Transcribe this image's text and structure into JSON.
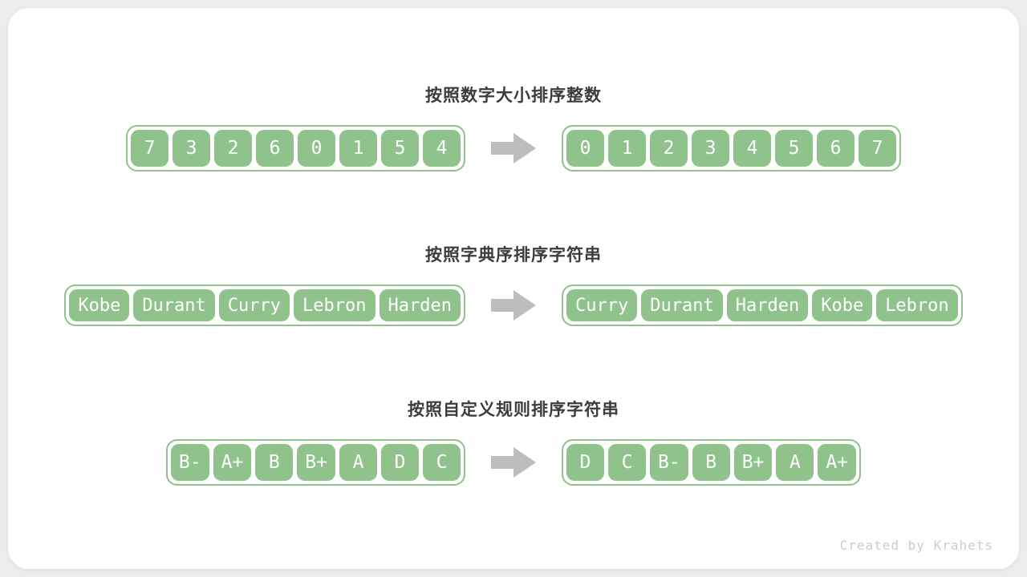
{
  "colors": {
    "page_bg": "#ededed",
    "card_bg": "#ffffff",
    "cell_green": "#8fc38b",
    "cell_text": "#ffffff",
    "container_border": "#8fc38b",
    "arrow_gray": "#bdbdbd",
    "title_color": "#3c3c3c",
    "watermark_color": "#cccccc"
  },
  "sections": [
    {
      "title": "按照数字大小排序整数",
      "input": [
        "7",
        "3",
        "2",
        "6",
        "0",
        "1",
        "5",
        "4"
      ],
      "output": [
        "0",
        "1",
        "2",
        "3",
        "4",
        "5",
        "6",
        "7"
      ]
    },
    {
      "title": "按照字典序排序字符串",
      "input": [
        "Kobe",
        "Durant",
        "Curry",
        "Lebron",
        "Harden"
      ],
      "output": [
        "Curry",
        "Durant",
        "Harden",
        "Kobe",
        "Lebron"
      ]
    },
    {
      "title": "按照自定义规则排序字符串",
      "input": [
        "B-",
        "A+",
        "B",
        "B+",
        "A",
        "D",
        "C"
      ],
      "output": [
        "D",
        "C",
        "B-",
        "B",
        "B+",
        "A",
        "A+"
      ]
    }
  ],
  "watermark": "Created by Krahets"
}
